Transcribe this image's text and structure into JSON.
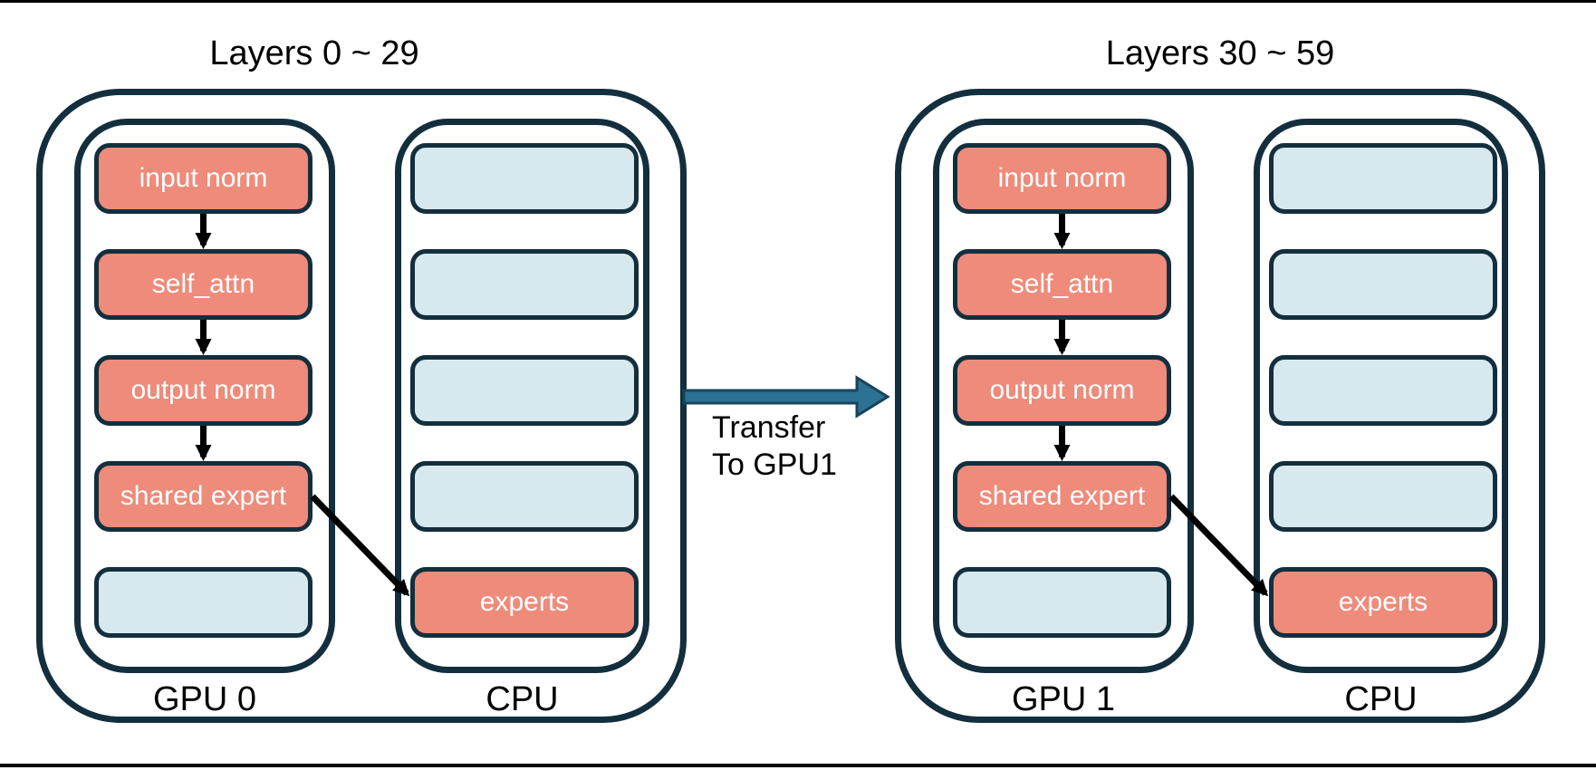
{
  "colors": {
    "navy": "#132f3e",
    "salmon": "#ee8b7a",
    "blue": "#d7e9ef",
    "teal": "#2b7294",
    "teal-stroke": "#1a4459",
    "ink": "#000000",
    "paper": "#ffffff"
  },
  "groups": [
    {
      "title": "Layers 0 ~ 29",
      "gpu": {
        "label": "GPU 0",
        "boxes": [
          "input norm",
          "self_attn",
          "output norm",
          "shared expert",
          ""
        ]
      },
      "cpu": {
        "label": "CPU",
        "boxes": [
          "",
          "",
          "",
          "",
          "experts"
        ]
      }
    },
    {
      "title": "Layers 30 ~ 59",
      "gpu": {
        "label": "GPU 1",
        "boxes": [
          "input norm",
          "self_attn",
          "output norm",
          "shared expert",
          ""
        ]
      },
      "cpu": {
        "label": "CPU",
        "boxes": [
          "",
          "",
          "",
          "",
          "experts"
        ]
      }
    }
  ],
  "transfer": {
    "line1": "Transfer",
    "line2": "To GPU1"
  }
}
